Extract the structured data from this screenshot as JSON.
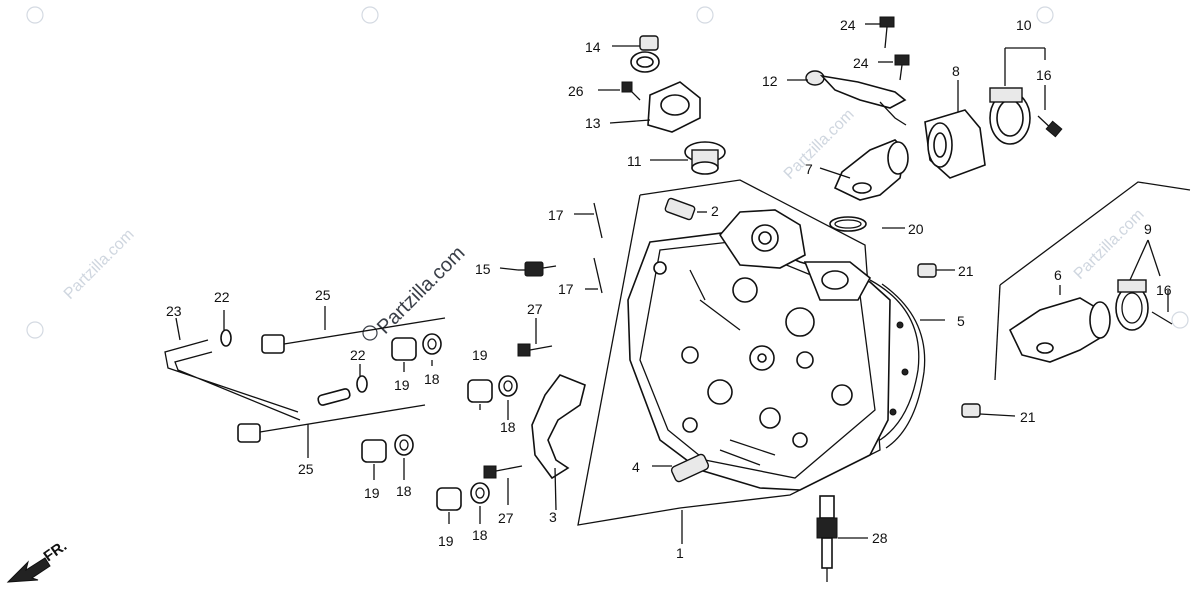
{
  "diagram": {
    "direction_label": "FR.",
    "watermark_main": "Partzilla.com",
    "watermark_faint": "Partzilla.com",
    "callouts": {
      "c1": "1",
      "c2": "2",
      "c3": "3",
      "c4": "4",
      "c5": "5",
      "c6": "6",
      "c7": "7",
      "c8": "8",
      "c9": "9",
      "c10": "10",
      "c11": "11",
      "c12": "12",
      "c13": "13",
      "c14": "14",
      "c15": "15",
      "c16a": "16",
      "c16b": "16",
      "c17a": "17",
      "c17b": "17",
      "c18a": "18",
      "c18b": "18",
      "c18c": "18",
      "c18d": "18",
      "c19a": "19",
      "c19b": "19",
      "c19c": "19",
      "c19d": "19",
      "c20": "20",
      "c21a": "21",
      "c21b": "21",
      "c22a": "22",
      "c22b": "22",
      "c23": "23",
      "c24a": "24",
      "c24b": "24",
      "c25a": "25",
      "c25b": "25",
      "c26": "26",
      "c27a": "27",
      "c27b": "27",
      "c28": "28"
    }
  }
}
